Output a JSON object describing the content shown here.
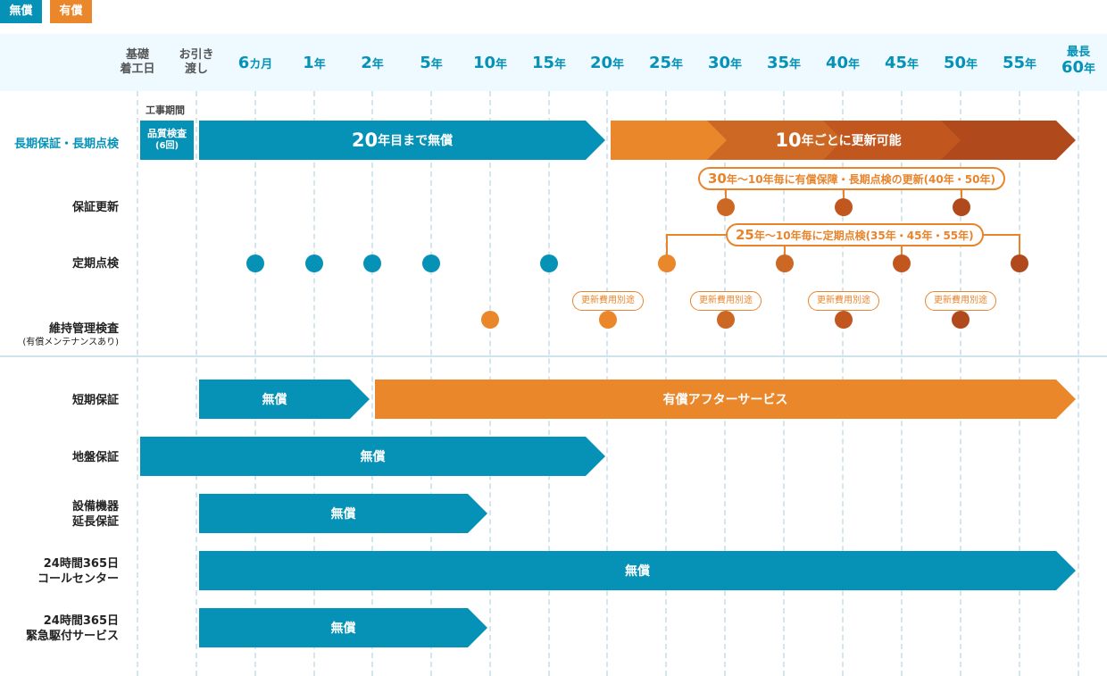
{
  "legend": {
    "free": "無償",
    "paid": "有償"
  },
  "colors": {
    "free": "#0592b6",
    "paid": "#ea872b",
    "paid2": "#cd6724",
    "paid3": "#c2561f",
    "paid4": "#b04a1d",
    "grid": "#d3e6ee",
    "header_bg": "#eefaff"
  },
  "timeline": {
    "columns": [
      {
        "label": "基礎\n着工日",
        "style": "small"
      },
      {
        "label": "お引き\n渡し",
        "style": "small"
      },
      {
        "num": "6",
        "unit": "カ月"
      },
      {
        "num": "1",
        "unit": "年"
      },
      {
        "num": "2",
        "unit": "年"
      },
      {
        "num": "5",
        "unit": "年"
      },
      {
        "num": "10",
        "unit": "年"
      },
      {
        "num": "15",
        "unit": "年"
      },
      {
        "num": "20",
        "unit": "年"
      },
      {
        "num": "25",
        "unit": "年"
      },
      {
        "num": "30",
        "unit": "年"
      },
      {
        "num": "35",
        "unit": "年"
      },
      {
        "num": "40",
        "unit": "年"
      },
      {
        "num": "45",
        "unit": "年"
      },
      {
        "num": "50",
        "unit": "年"
      },
      {
        "num": "55",
        "unit": "年"
      },
      {
        "top": "最長",
        "num": "60",
        "unit": "年",
        "style": "max"
      }
    ]
  },
  "rows": {
    "long_term": {
      "label": "長期保証・長期点検",
      "construction_period": "工事期間",
      "quality_inspection": "品質検査",
      "quality_inspection_count": "(6回)",
      "free_bar_num": "20",
      "free_bar_text": "年目まで無償",
      "paid_bar_num": "10",
      "paid_bar_text": "年ごとに更新可能",
      "free_until_years": 20,
      "max_years": 60
    },
    "guarantee_renewal": {
      "label": "保証更新",
      "note_big": "30",
      "note_text": "年～10年毎に有償保障・長期点検の更新(40年・50年)",
      "points_years": [
        30,
        40,
        50
      ]
    },
    "periodic_inspection": {
      "label": "定期点検",
      "note_big": "25",
      "note_text": "年～10年毎に定期点検(35年・45年・55年)",
      "free_points": [
        "6カ月",
        "1年",
        "2年",
        "5年",
        "15年"
      ],
      "paid_points_years": [
        25,
        35,
        45,
        55
      ]
    },
    "maintenance": {
      "label": "維持管理検査",
      "sublabel": "(有償メンテナンスあり)",
      "points_years": [
        10,
        20,
        30,
        40,
        50
      ],
      "separate_fee_note": "更新費用別途"
    },
    "short_term": {
      "label": "短期保証",
      "free_text": "無償",
      "paid_text": "有償アフターサービス",
      "free_until": "2年"
    },
    "ground": {
      "label": "地盤保証",
      "free_text": "無償",
      "free_until": "20年"
    },
    "equipment": {
      "label": "設備機器\n延長保証",
      "free_text": "無償",
      "free_until": "10年"
    },
    "call_center": {
      "label": "24時間365日\nコールセンター",
      "free_text": "無償",
      "free_until": "60年"
    },
    "emergency": {
      "label": "24時間365日\n緊急駆付サービス",
      "free_text": "無償",
      "free_until": "10年"
    }
  }
}
